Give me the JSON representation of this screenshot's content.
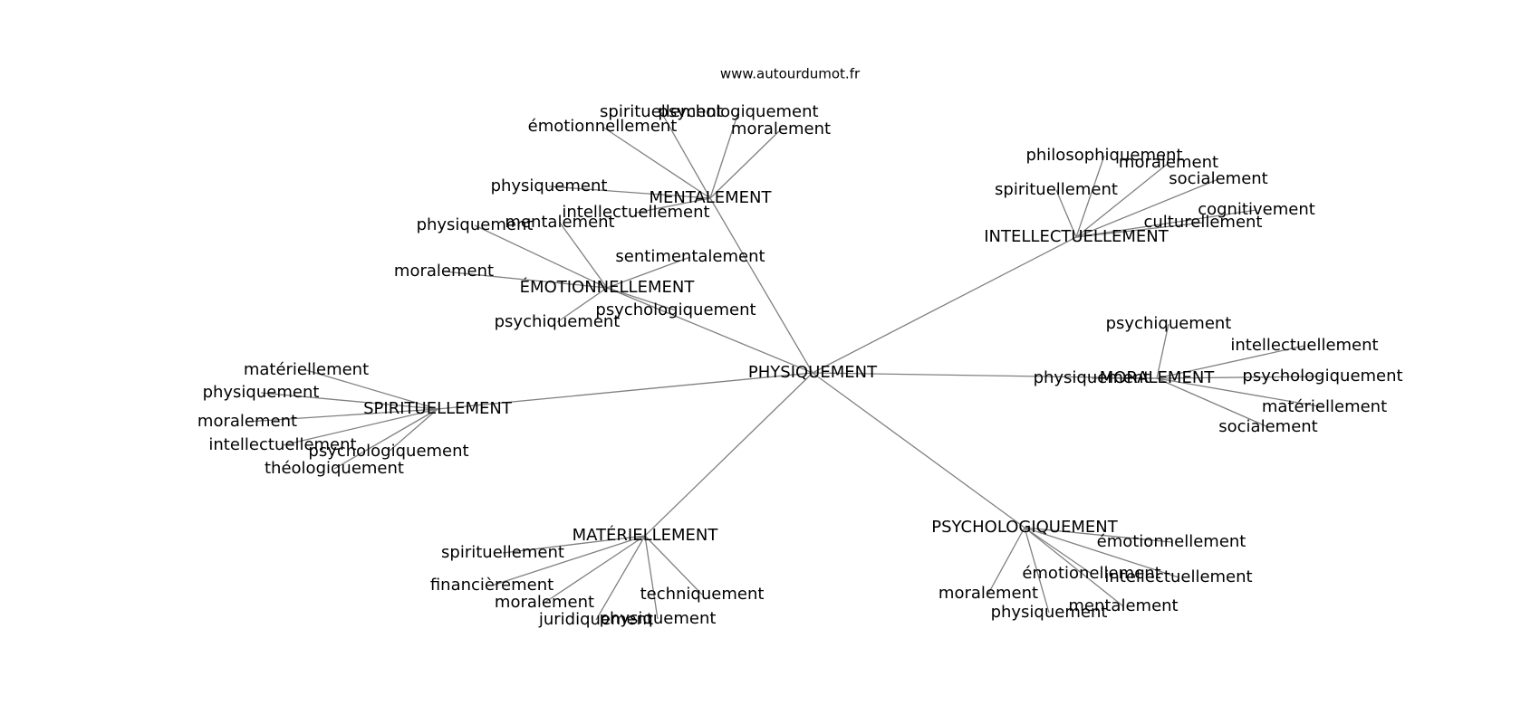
{
  "site": "www.autourdumot.fr",
  "nodes": [
    {
      "id": "physiquement_c",
      "label": "PHYSIQUEMENT"
    },
    {
      "id": "mentalement_h",
      "label": "MENTALEMENT"
    },
    {
      "id": "emotionnellement_h",
      "label": "ÉMOTIONNELLEMENT"
    },
    {
      "id": "intellectuellement_h",
      "label": "INTELLECTUELLEMENT"
    },
    {
      "id": "moralement_h",
      "label": "MORALEMENT"
    },
    {
      "id": "spirituellement_h",
      "label": "SPIRITUELLEMENT"
    },
    {
      "id": "materiellement_h",
      "label": "MATÉRIELLEMENT"
    },
    {
      "id": "psychologiquement_h",
      "label": "PSYCHOLOGIQUEMENT"
    },
    {
      "id": "m1",
      "label": "spirituellement"
    },
    {
      "id": "m2",
      "label": "psychologiquement"
    },
    {
      "id": "m3",
      "label": "émotionnellement"
    },
    {
      "id": "m4",
      "label": "moralement"
    },
    {
      "id": "m5",
      "label": "physiquement"
    },
    {
      "id": "m6",
      "label": "intellectuellement"
    },
    {
      "id": "e1",
      "label": "physiquement"
    },
    {
      "id": "e2",
      "label": "mentalement"
    },
    {
      "id": "e3",
      "label": "sentimentalement"
    },
    {
      "id": "e4",
      "label": "moralement"
    },
    {
      "id": "e5",
      "label": "psychologiquement"
    },
    {
      "id": "e6",
      "label": "psychiquement"
    },
    {
      "id": "i1",
      "label": "philosophiquement"
    },
    {
      "id": "i2",
      "label": "moralement"
    },
    {
      "id": "i3",
      "label": "spirituellement"
    },
    {
      "id": "i4",
      "label": "socialement"
    },
    {
      "id": "i5",
      "label": "cognitivement"
    },
    {
      "id": "i6",
      "label": "culturellement"
    },
    {
      "id": "o1",
      "label": "psychiquement"
    },
    {
      "id": "o2",
      "label": "intellectuellement"
    },
    {
      "id": "o3",
      "label": "physiquement"
    },
    {
      "id": "o4",
      "label": "psychologiquement"
    },
    {
      "id": "o5",
      "label": "matériellement"
    },
    {
      "id": "o6",
      "label": "socialement"
    },
    {
      "id": "s1",
      "label": "matériellement"
    },
    {
      "id": "s2",
      "label": "physiquement"
    },
    {
      "id": "s3",
      "label": "moralement"
    },
    {
      "id": "s4",
      "label": "intellectuellement"
    },
    {
      "id": "s5",
      "label": "psychologiquement"
    },
    {
      "id": "s6",
      "label": "théologiquement"
    },
    {
      "id": "a1",
      "label": "spirituellement"
    },
    {
      "id": "a2",
      "label": "financièrement"
    },
    {
      "id": "a3",
      "label": "moralement"
    },
    {
      "id": "a4",
      "label": "techniquement"
    },
    {
      "id": "a5",
      "label": "juridiquement"
    },
    {
      "id": "a6",
      "label": "physiquement"
    },
    {
      "id": "p1",
      "label": "émotionnellement"
    },
    {
      "id": "p2",
      "label": "émotionellement"
    },
    {
      "id": "p3",
      "label": "intellectuellement"
    },
    {
      "id": "p4",
      "label": "moralement"
    },
    {
      "id": "p5",
      "label": "mentalement"
    },
    {
      "id": "p6",
      "label": "physiquement"
    }
  ],
  "edges": [
    [
      "physiquement_c",
      "mentalement_h"
    ],
    [
      "physiquement_c",
      "emotionnellement_h"
    ],
    [
      "physiquement_c",
      "intellectuellement_h"
    ],
    [
      "physiquement_c",
      "moralement_h"
    ],
    [
      "physiquement_c",
      "spirituellement_h"
    ],
    [
      "physiquement_c",
      "materiellement_h"
    ],
    [
      "physiquement_c",
      "psychologiquement_h"
    ],
    [
      "mentalement_h",
      "m1"
    ],
    [
      "mentalement_h",
      "m2"
    ],
    [
      "mentalement_h",
      "m3"
    ],
    [
      "mentalement_h",
      "m4"
    ],
    [
      "mentalement_h",
      "m5"
    ],
    [
      "mentalement_h",
      "m6"
    ],
    [
      "emotionnellement_h",
      "e1"
    ],
    [
      "emotionnellement_h",
      "e2"
    ],
    [
      "emotionnellement_h",
      "e3"
    ],
    [
      "emotionnellement_h",
      "e4"
    ],
    [
      "emotionnellement_h",
      "e5"
    ],
    [
      "emotionnellement_h",
      "e6"
    ],
    [
      "intellectuellement_h",
      "i1"
    ],
    [
      "intellectuellement_h",
      "i2"
    ],
    [
      "intellectuellement_h",
      "i3"
    ],
    [
      "intellectuellement_h",
      "i4"
    ],
    [
      "intellectuellement_h",
      "i5"
    ],
    [
      "intellectuellement_h",
      "i6"
    ],
    [
      "moralement_h",
      "o1"
    ],
    [
      "moralement_h",
      "o2"
    ],
    [
      "moralement_h",
      "o3"
    ],
    [
      "moralement_h",
      "o4"
    ],
    [
      "moralement_h",
      "o5"
    ],
    [
      "moralement_h",
      "o6"
    ],
    [
      "spirituellement_h",
      "s1"
    ],
    [
      "spirituellement_h",
      "s2"
    ],
    [
      "spirituellement_h",
      "s3"
    ],
    [
      "spirituellement_h",
      "s4"
    ],
    [
      "spirituellement_h",
      "s5"
    ],
    [
      "spirituellement_h",
      "s6"
    ],
    [
      "materiellement_h",
      "a1"
    ],
    [
      "materiellement_h",
      "a2"
    ],
    [
      "materiellement_h",
      "a3"
    ],
    [
      "materiellement_h",
      "a4"
    ],
    [
      "materiellement_h",
      "a5"
    ],
    [
      "materiellement_h",
      "a6"
    ],
    [
      "psychologiquement_h",
      "p1"
    ],
    [
      "psychologiquement_h",
      "p2"
    ],
    [
      "psychologiquement_h",
      "p3"
    ],
    [
      "psychologiquement_h",
      "p4"
    ],
    [
      "psychologiquement_h",
      "p5"
    ],
    [
      "psychologiquement_h",
      "p6"
    ]
  ]
}
